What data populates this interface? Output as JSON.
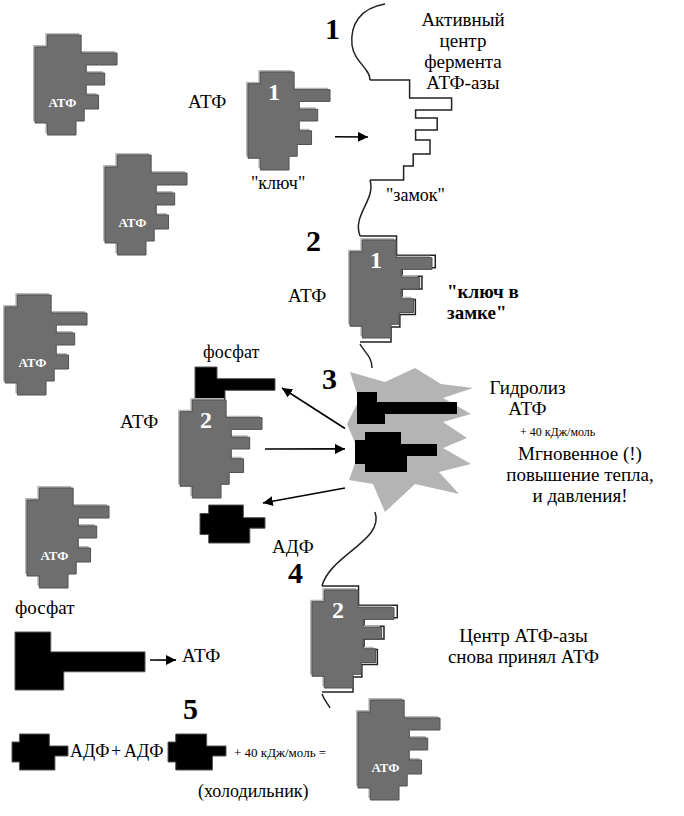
{
  "diagram": {
    "nodes": [
      {
        "text": [
          "АТФ"
        ]
      },
      {
        "text": [
          "АТФ",
          "1",
          "\"ключ\""
        ]
      },
      {
        "text": [
          "Активный центр фермента АТФ-азы",
          "\"замок\""
        ]
      },
      {
        "text": [
          "АТФ"
        ]
      },
      {
        "text": [
          "АТФ",
          "1",
          "\"ключ в замке\""
        ]
      },
      {
        "text": [
          "АТФ"
        ]
      },
      {
        "text": [
          "фосфат"
        ]
      },
      {
        "text": [
          "Гидролиз АТФ",
          "+ 40 кДж/моль",
          "Мгновенное (!) повышение тепла, и давления!"
        ]
      },
      {
        "text": [
          "АТФ",
          "2"
        ]
      },
      {
        "text": [
          "АДФ"
        ]
      },
      {
        "text": [
          "АТФ"
        ]
      },
      {
        "text": [
          "фосфат"
        ]
      },
      {
        "text": [
          "АТФ",
          "2"
        ]
      },
      {
        "text": [
          "АДФ"
        ]
      },
      {
        "text": [
          "АДФ"
        ]
      },
      {
        "text": [
          "АТФ"
        ]
      }
    ],
    "edges": [
      {
        "from": 1,
        "to": 2,
        "arrow": "to"
      },
      {
        "from": 8,
        "to": 7,
        "arrow": "to"
      },
      {
        "from": 7,
        "to": 6,
        "arrow": "to"
      },
      {
        "from": 7,
        "to": 9,
        "arrow": "to"
      },
      {
        "from": 11,
        "to": 12,
        "arrow": "to"
      }
    ],
    "labels": [
      "1",
      "2",
      "3",
      "4",
      "Центр АТФ-азы снова принял АТФ",
      "5",
      "+",
      "+ 40 кДж/моль =",
      "(холодильник)"
    ]
  }
}
